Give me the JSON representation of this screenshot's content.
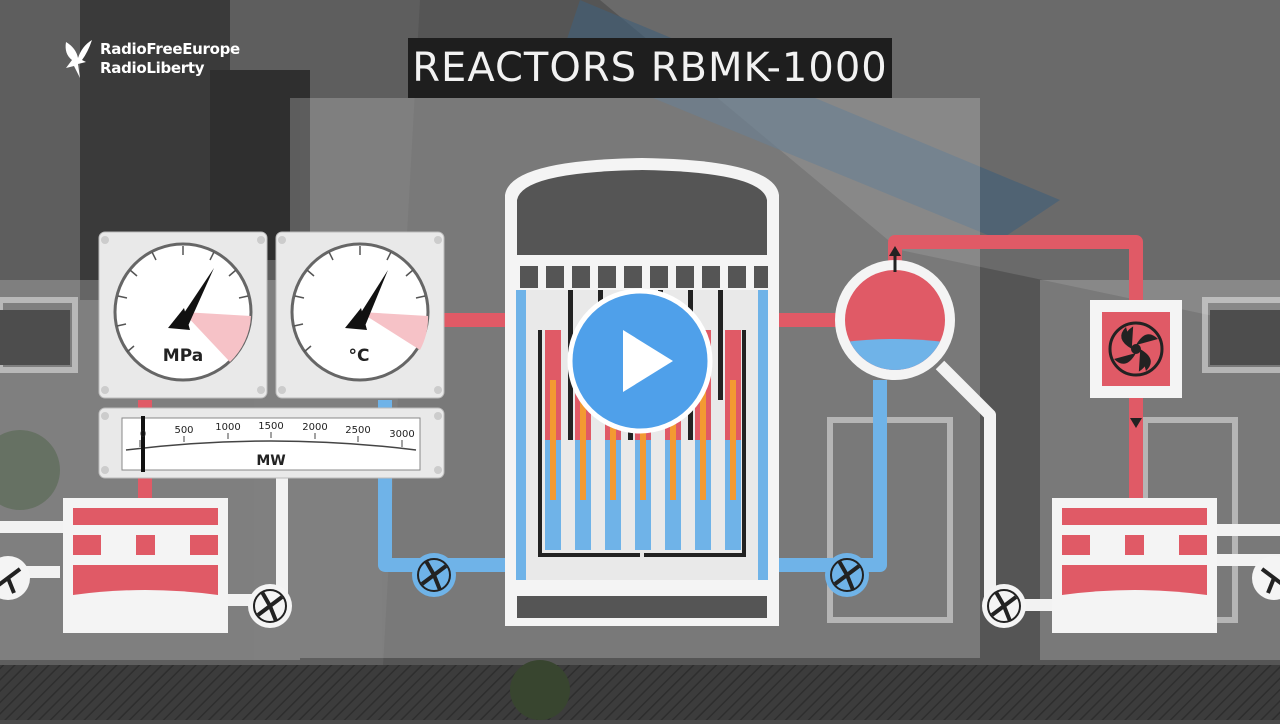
{
  "video": {
    "title": "REACTORS RBMK-1000",
    "channel_logo_line1": "RadioFreeEurope",
    "channel_logo_line2": "RadioLiberty"
  },
  "gauges": {
    "pressure_unit": "MPa",
    "temperature_unit": "°C",
    "power_unit": "MW",
    "power_scale": [
      "0",
      "500",
      "1000",
      "1500",
      "2000",
      "2500",
      "3000"
    ]
  },
  "colors": {
    "hot_coolant": "#e05a66",
    "cold_coolant": "#6fb3e8",
    "fuel_rod": "#f39a32",
    "play_button": "#4fa0ea",
    "title_bg": "#1e1e1e"
  },
  "icons": [
    "play-icon",
    "logo-bird-icon",
    "pump-icon",
    "fan-icon",
    "arrow-up-icon",
    "arrow-down-icon"
  ]
}
